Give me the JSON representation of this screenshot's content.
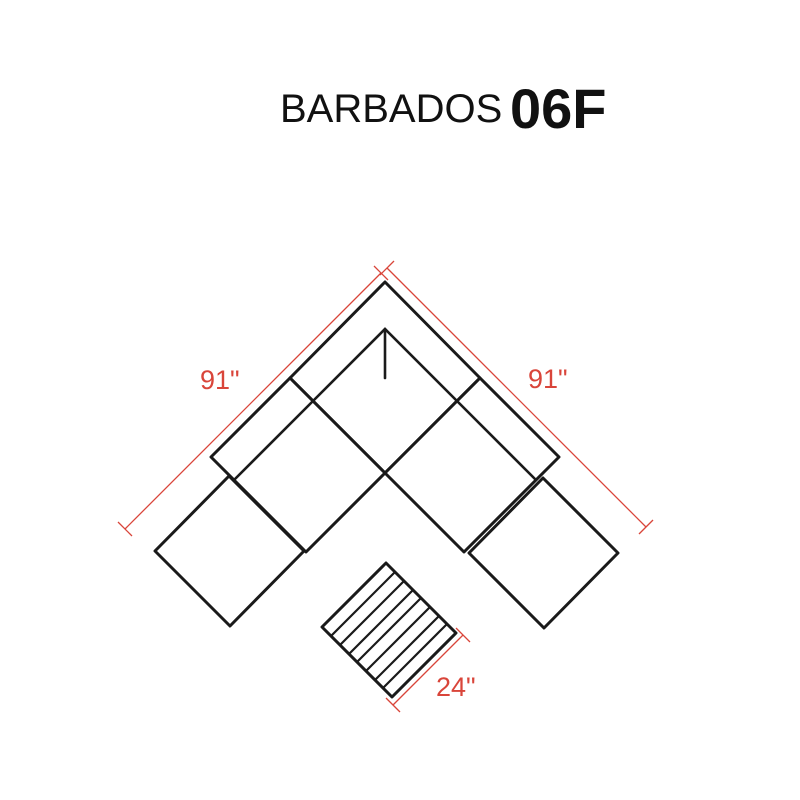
{
  "title": {
    "name": "BARBADOS",
    "code": "06F"
  },
  "dimensions": {
    "left_length": "91\"",
    "right_length": "91\"",
    "table_width": "24\""
  },
  "colors": {
    "dimension": "#d9453a",
    "outline": "#1a1a1a",
    "background": "#ffffff"
  }
}
